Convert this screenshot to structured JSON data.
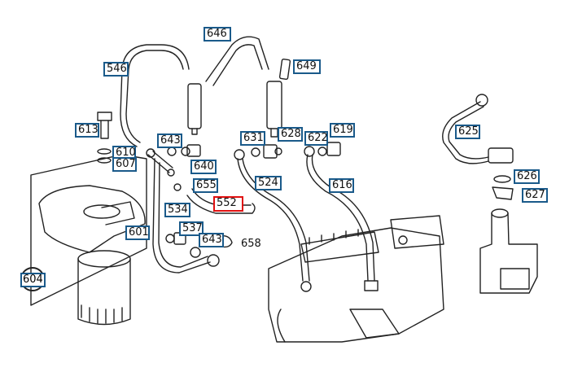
{
  "diagram": {
    "callouts": [
      {
        "id": "c646a",
        "text": "646",
        "selected": false
      },
      {
        "id": "c546",
        "text": "546",
        "selected": false
      },
      {
        "id": "c649",
        "text": "649",
        "selected": false
      },
      {
        "id": "c613",
        "text": "613",
        "selected": false
      },
      {
        "id": "c643a",
        "text": "643",
        "selected": false
      },
      {
        "id": "c631",
        "text": "631",
        "selected": false
      },
      {
        "id": "c628",
        "text": "628",
        "selected": false
      },
      {
        "id": "c622",
        "text": "622",
        "selected": false
      },
      {
        "id": "c619",
        "text": "619",
        "selected": false
      },
      {
        "id": "c625",
        "text": "625",
        "selected": false
      },
      {
        "id": "c610",
        "text": "610",
        "selected": false
      },
      {
        "id": "c607",
        "text": "607",
        "selected": false
      },
      {
        "id": "c640",
        "text": "640",
        "selected": false
      },
      {
        "id": "c626",
        "text": "626",
        "selected": false
      },
      {
        "id": "c524",
        "text": "524",
        "selected": false
      },
      {
        "id": "c616",
        "text": "616",
        "selected": false
      },
      {
        "id": "c655",
        "text": "655",
        "selected": false
      },
      {
        "id": "c627",
        "text": "627",
        "selected": false
      },
      {
        "id": "c552",
        "text": "552",
        "selected": true
      },
      {
        "id": "c534",
        "text": "534",
        "selected": false
      },
      {
        "id": "c537",
        "text": "537",
        "selected": false
      },
      {
        "id": "c601",
        "text": "601",
        "selected": false
      },
      {
        "id": "c643b",
        "text": "643",
        "selected": false
      }
    ],
    "plain_label": "658",
    "circle_label": "604",
    "colors": {
      "callout_border": "#1a5a8a",
      "selected_border": "#e01010",
      "line": "#222222"
    }
  }
}
